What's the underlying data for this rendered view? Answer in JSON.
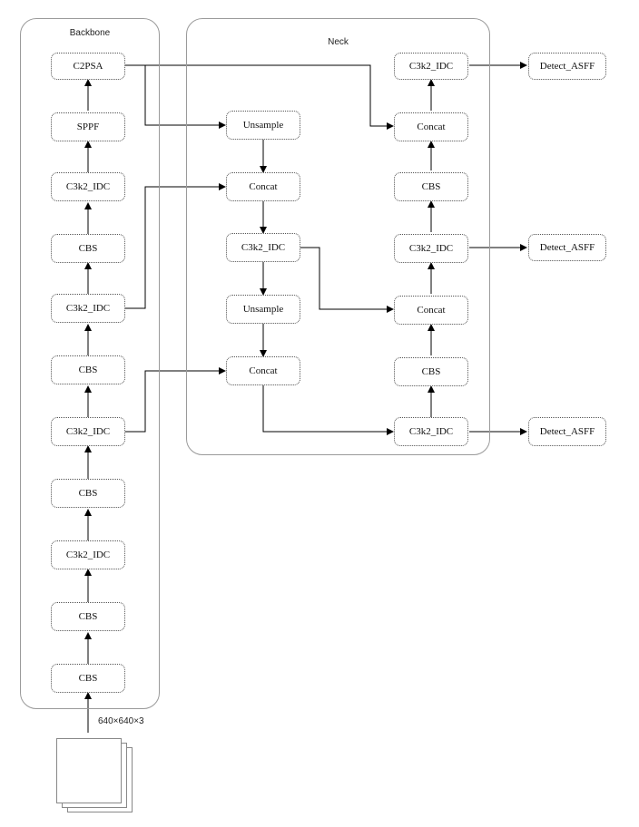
{
  "groups": {
    "backbone_title": "Backbone",
    "neck_title": "Neck"
  },
  "backbone": {
    "c2psa": "C2PSA",
    "sppf": "SPPF",
    "c3k2_1": "C3k2_IDC",
    "cbs_1": "CBS",
    "c3k2_2": "C3k2_IDC",
    "cbs_2": "CBS",
    "c3k2_3": "C3k2_IDC",
    "cbs_3": "CBS",
    "c3k2_4": "C3k2_IDC",
    "cbs_4": "CBS",
    "cbs_5": "CBS"
  },
  "neck": {
    "upsample_1": "Unsample",
    "concat_1": "Concat",
    "c3k2_a": "C3k2_IDC",
    "upsample_2": "Unsample",
    "concat_2": "Concat",
    "c3k2_top": "C3k2_IDC",
    "concat_top": "Concat",
    "cbs_top": "CBS",
    "c3k2_mid": "C3k2_IDC",
    "concat_mid": "Concat",
    "cbs_mid": "CBS",
    "c3k2_bot": "C3k2_IDC"
  },
  "heads": {
    "detect_1": "Detect_ASFF",
    "detect_2": "Detect_ASFF",
    "detect_3": "Detect_ASFF"
  },
  "input": {
    "size_label": "640×640×3"
  }
}
